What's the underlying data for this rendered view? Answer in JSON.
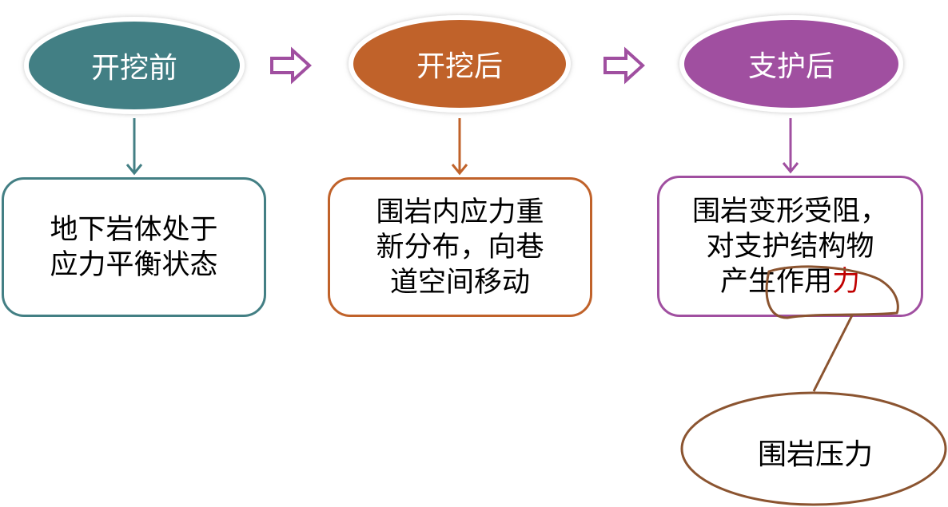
{
  "colors": {
    "teal": "#437F84",
    "orange": "#C0622A",
    "purple": "#A04FA0",
    "brown": "#8B5430",
    "highlight": "#C00000"
  },
  "stages": [
    {
      "title": "开挖前",
      "lines": [
        "地下岩体处于",
        "应力平衡状态"
      ]
    },
    {
      "title": "开挖后",
      "lines": [
        "围岩内应力重",
        "新分布，向巷",
        "道空间移动"
      ]
    },
    {
      "title": "支护后",
      "lines": [
        "围岩变形受阻，",
        "对支护结构物",
        "产生作用"
      ],
      "highlight": "力"
    }
  ],
  "callout": {
    "label": "围岩压力"
  }
}
